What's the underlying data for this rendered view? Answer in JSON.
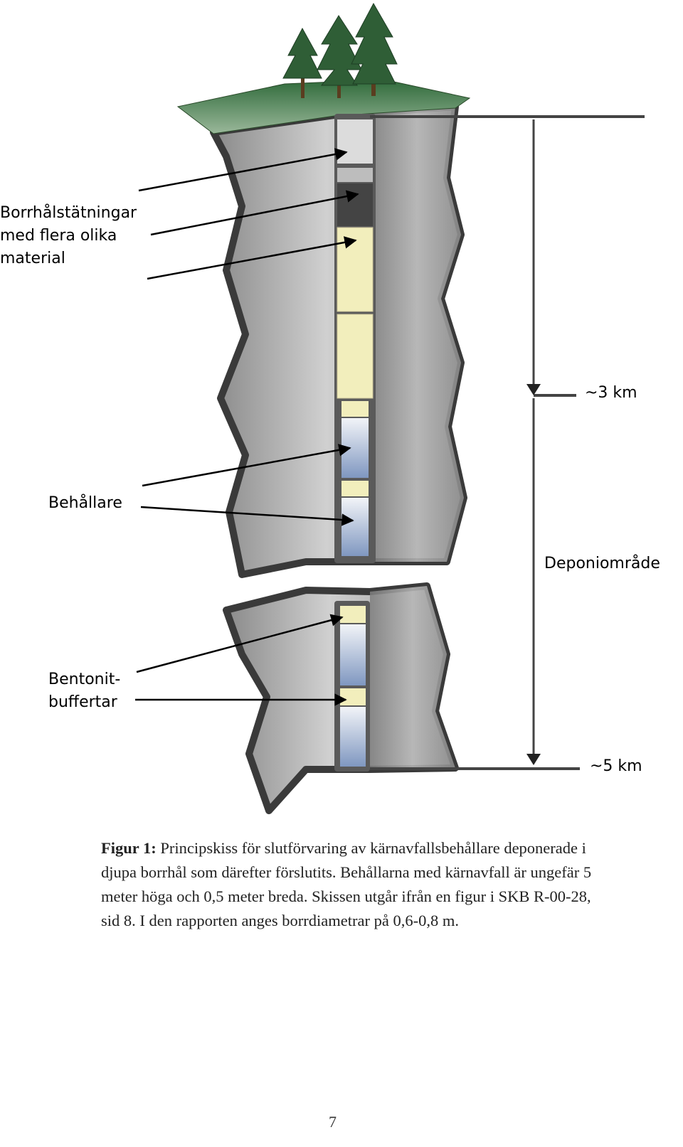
{
  "labels": {
    "seals": [
      "Borrhålstätningar",
      "med flera olika",
      "material"
    ],
    "containers": "Behållare",
    "bentonite": [
      "Bentonit-",
      "buffertar"
    ],
    "depth_3km": "~3 km",
    "deposit_area": "Deponiområde",
    "depth_5km": "~5 km"
  },
  "caption": {
    "prefix": "Figur 1:",
    "text": "Principskiss för slutförvaring av kärnavfallsbehållare deponerade i djupa borrhål som därefter förslutits. Behållarna med kärnavfall är ungefär 5 meter höga och 0,5 meter breda. Skissen utgår ifrån en figur i SKB R-00-28, sid 8. I den rapporten anges borrdiametrar på 0,6-0,8 m."
  },
  "page_number": "7",
  "colors": {
    "rock": "#9c9c9c",
    "rock_light": "#cfcfcf",
    "rock_edge": "#4a4a4a",
    "grass": "#3f7a45",
    "tree": "#2e5f38",
    "bentonite": "#f2eebc",
    "container": "#b8c6dc",
    "seal_top": "#dedede",
    "seal_dark": "#444444"
  }
}
